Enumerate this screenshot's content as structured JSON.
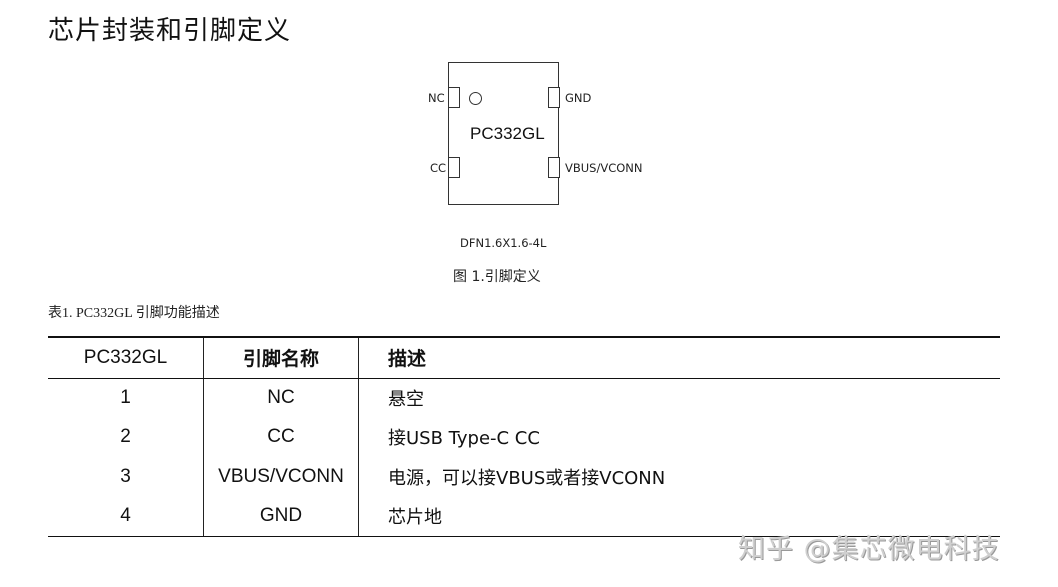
{
  "page": {
    "title": "芯片封装和引脚定义"
  },
  "figure": {
    "chip_name": "PC332GL",
    "package": "DFN1.6X1.6-4L",
    "caption": "图 1.引脚定义",
    "pins": [
      {
        "label": "NC",
        "side": "left",
        "position": "top"
      },
      {
        "label": "CC",
        "side": "left",
        "position": "bottom"
      },
      {
        "label": "GND",
        "side": "right",
        "position": "top"
      },
      {
        "label": "VBUS/VCONN",
        "side": "right",
        "position": "bottom"
      }
    ],
    "pin1_marker": "circle-icon"
  },
  "table": {
    "caption": "表1. PC332GL 引脚功能描述",
    "headers": [
      "PC332GL",
      "引脚名称",
      "描述"
    ],
    "rows": [
      {
        "num": "1",
        "name": "NC",
        "desc": "悬空"
      },
      {
        "num": "2",
        "name": "CC",
        "desc": "接USB Type-C CC"
      },
      {
        "num": "3",
        "name": "VBUS/VCONN",
        "desc": "电源，可以接VBUS或者接VCONN"
      },
      {
        "num": "4",
        "name": "GND",
        "desc": "芯片地"
      }
    ]
  },
  "watermark": {
    "text": "知乎 @集芯微电科技"
  }
}
